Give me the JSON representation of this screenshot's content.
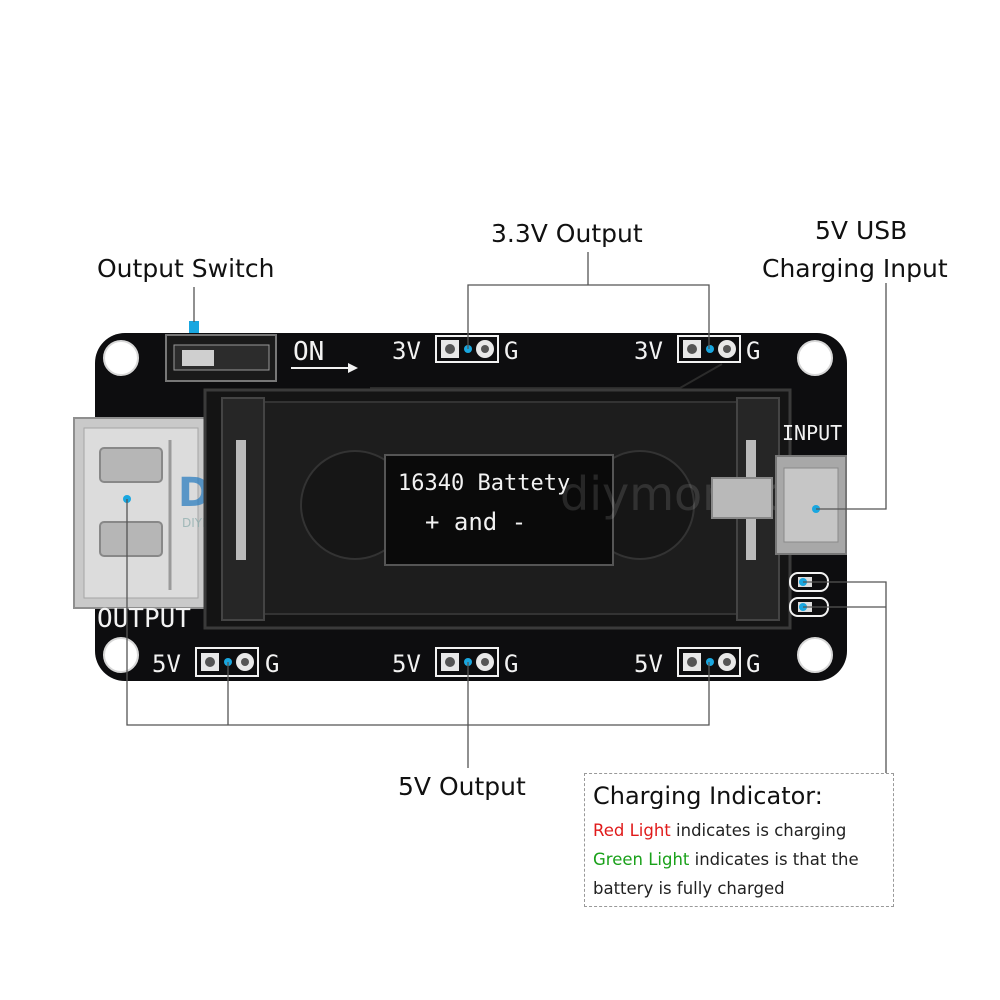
{
  "labels": {
    "output_switch": "Output Switch",
    "v33_output": "3.3V Output",
    "usb_input_line1": "5V USB",
    "usb_input_line2": "Charging Input",
    "v5_output": "5V Output"
  },
  "board": {
    "on_label": "ON",
    "pin_3v": "3V",
    "pin_g": "G",
    "pin_5v": "5V",
    "input_label": "INPUT",
    "output_label": "OUTPUT",
    "holder_line1": "16340 Battety",
    "holder_line2": "+ and -",
    "watermark": "diymore.cc",
    "logo_text": "DM",
    "logo_sub": "DIYMORE"
  },
  "legend": {
    "title": "Charging Indicator:",
    "red_label": "Red Light",
    "red_text": " indicates is charging",
    "green_label": "Green Light",
    "green_text": " indicates is that the",
    "line3": "battery is fully charged"
  },
  "colors": {
    "board": "#0d0d0f",
    "silkscreen": "#f2f2f2",
    "pad_marker": "#19a7e0",
    "red_light": "#e01b1b",
    "green_light": "#1aa11a"
  }
}
